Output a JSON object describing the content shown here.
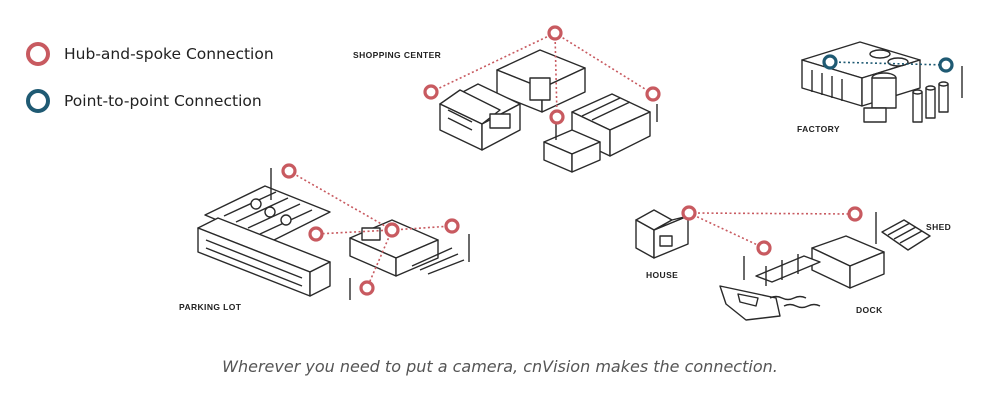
{
  "legend": {
    "hub_label": "Hub-and-spoke Connection",
    "p2p_label": "Point-to-point Connection"
  },
  "sites": {
    "shopping_center": "SHOPPING CENTER",
    "factory": "FACTORY",
    "parking_lot": "PARKING LOT",
    "house": "HOUSE",
    "shed": "SHED",
    "dock": "DOCK"
  },
  "caption": "Wherever you need to put a camera, cnVision makes the connection.",
  "colors": {
    "hub": "#c85a60",
    "p2p": "#1f5a73",
    "line": "#2a2a2a"
  }
}
